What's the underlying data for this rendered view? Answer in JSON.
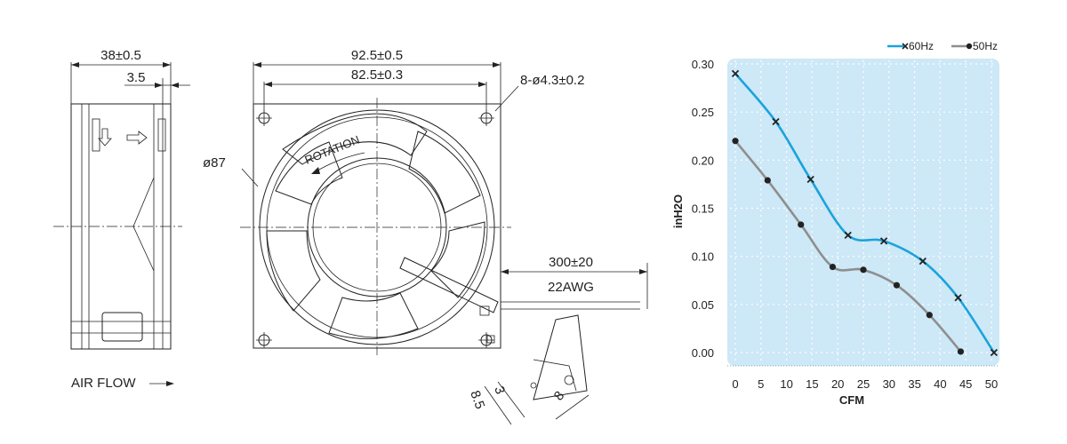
{
  "drawing": {
    "side_width_dim": "38±0.5",
    "side_lip_dim": "3.5",
    "outer_dim": "92.5±0.5",
    "hole_spacing_dim": "82.5±0.3",
    "holes_dim": "8-ø4.3±0.2",
    "diameter_dim": "ø87",
    "rotation_label": "ROTATION",
    "lead_length_dim": "300±20",
    "wire_gauge": "22AWG",
    "air_flow_label": "AIR FLOW",
    "terminal_dim_a": "3",
    "terminal_dim_b": "8.5",
    "terminal_dim_c": "8"
  },
  "chart_data": {
    "type": "line",
    "xlabel": "CFM",
    "ylabel": "inH2O",
    "xlim": [
      0,
      50
    ],
    "ylim": [
      0,
      0.3
    ],
    "x_ticks": [
      0,
      5,
      10,
      15,
      20,
      25,
      30,
      35,
      40,
      45,
      50
    ],
    "y_ticks": [
      0.0,
      0.05,
      0.1,
      0.15,
      0.2,
      0.25,
      0.3
    ],
    "x_tick_labels": [
      "0",
      "5",
      "10",
      "15",
      "20",
      "25",
      "30",
      "35",
      "40",
      "45",
      "50"
    ],
    "y_tick_labels": [
      "0.00",
      "0.05",
      "0.10",
      "0.15",
      "0.20",
      "0.25",
      "0.30"
    ],
    "grid": true,
    "legend_position": "top-right",
    "background_color": "#cde8f6",
    "series": [
      {
        "name": "60Hz",
        "color": "#1aa3dc",
        "marker": "x",
        "points": [
          [
            0,
            0.29
          ],
          [
            7.9,
            0.24
          ],
          [
            14.7,
            0.18
          ],
          [
            22,
            0.122
          ],
          [
            29,
            0.116
          ],
          [
            36.6,
            0.095
          ],
          [
            43.5,
            0.057
          ],
          [
            50.5,
            0.0
          ]
        ]
      },
      {
        "name": "50Hz",
        "color": "#8e8e8e",
        "marker": "dot",
        "points": [
          [
            0,
            0.22
          ],
          [
            6.3,
            0.179
          ],
          [
            12.8,
            0.133
          ],
          [
            19,
            0.089
          ],
          [
            25,
            0.086
          ],
          [
            31.5,
            0.07
          ],
          [
            37.9,
            0.039
          ],
          [
            44,
            0.001
          ]
        ]
      }
    ]
  }
}
